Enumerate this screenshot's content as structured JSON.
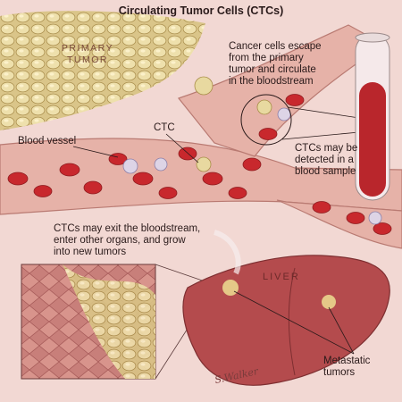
{
  "title": "Circulating Tumor Cells (CTCs)",
  "labels": {
    "primary_tumor": [
      "PRIMARY",
      "TUMOR"
    ],
    "escape": [
      "Cancer cells escape",
      "from the primary",
      "tumor and circulate",
      "in the bloodstream"
    ],
    "ctc": "CTC",
    "blood_vessel": "Blood vessel",
    "detected": [
      "CTCs may be",
      "detected in a",
      "blood sample"
    ],
    "exit": [
      "CTCs may exit the bloodstream,",
      "enter other organs, and grow",
      "into new tumors"
    ],
    "liver": "LIVER",
    "metastatic": [
      "Metastatic",
      "tumors"
    ],
    "signature": "S.Walker"
  },
  "colors": {
    "background": "#f2d8d3",
    "vessel": "#e9b8ae",
    "red_cell": "#c8282d",
    "tumor_cell": "#e8d9a0",
    "white_cell": "#ddd4e6",
    "liver": "#b44b4d"
  }
}
